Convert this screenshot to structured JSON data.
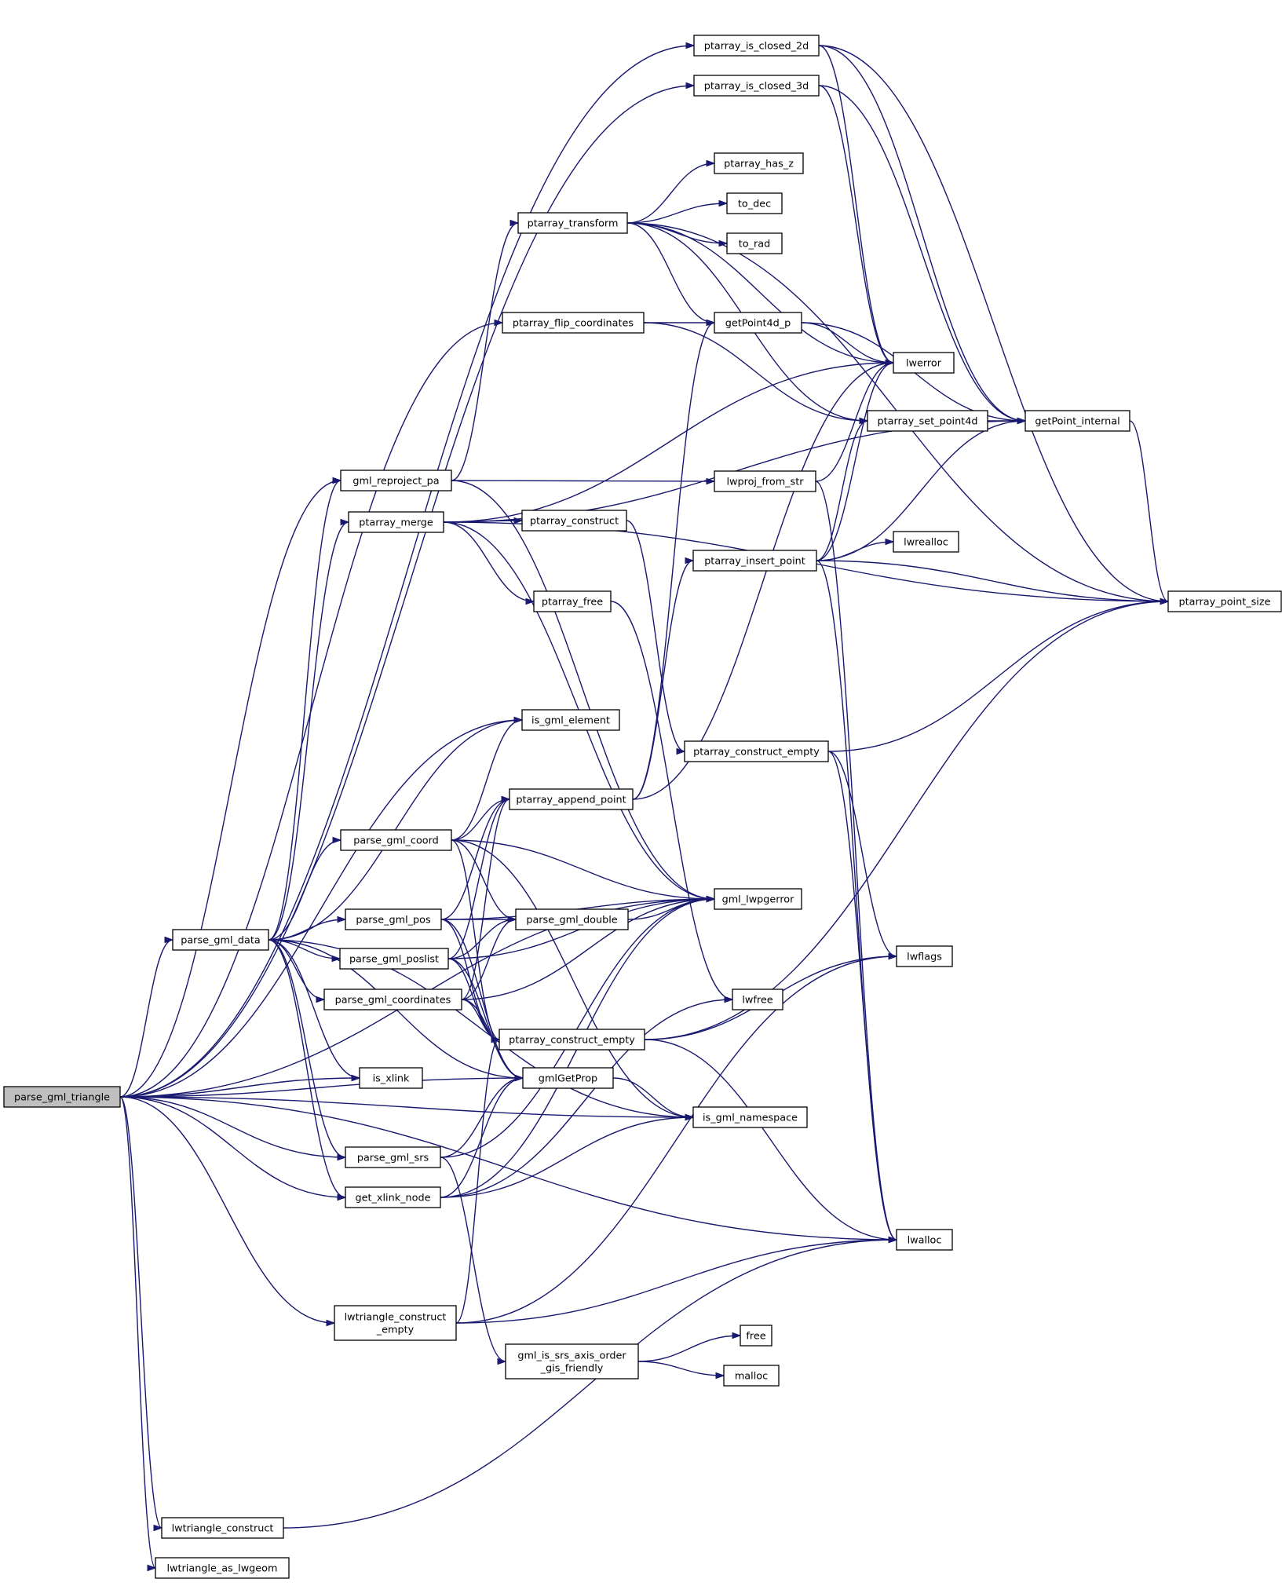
{
  "graph": {
    "colors": {
      "edge": "#191970",
      "node_fill": "#ffffff",
      "root_fill": "#bfbfbf",
      "border": "#000000"
    },
    "root_node": "parse_gml_triangle",
    "nodes": [
      {
        "id": "n0",
        "lines": [
          "parse_gml_triangle"
        ],
        "root": true
      },
      {
        "id": "n1",
        "lines": [
          "ptarray_is_closed_2d"
        ]
      },
      {
        "id": "n2",
        "lines": [
          "ptarray_is_closed_3d"
        ]
      },
      {
        "id": "n3",
        "lines": [
          "ptarray_has_z"
        ]
      },
      {
        "id": "n4",
        "lines": [
          "to_dec"
        ]
      },
      {
        "id": "n5",
        "lines": [
          "to_rad"
        ]
      },
      {
        "id": "n6",
        "lines": [
          "ptarray_transform"
        ]
      },
      {
        "id": "n7",
        "lines": [
          "ptarray_flip_coordinates"
        ]
      },
      {
        "id": "n8",
        "lines": [
          "getPoint4d_p"
        ]
      },
      {
        "id": "n9",
        "lines": [
          "lwerror"
        ]
      },
      {
        "id": "n10",
        "lines": [
          "ptarray_set_point4d"
        ]
      },
      {
        "id": "n11",
        "lines": [
          "getPoint_internal"
        ]
      },
      {
        "id": "n12",
        "lines": [
          "gml_reproject_pa"
        ]
      },
      {
        "id": "n13",
        "lines": [
          "lwproj_from_str"
        ]
      },
      {
        "id": "n14",
        "lines": [
          "ptarray_merge"
        ]
      },
      {
        "id": "n15",
        "lines": [
          "ptarray_construct"
        ]
      },
      {
        "id": "n16",
        "lines": [
          "ptarray_insert_point"
        ]
      },
      {
        "id": "n17",
        "lines": [
          "lwrealloc"
        ]
      },
      {
        "id": "n18",
        "lines": [
          "ptarray_free"
        ]
      },
      {
        "id": "n19",
        "lines": [
          "ptarray_point_size"
        ]
      },
      {
        "id": "n20",
        "lines": [
          "is_gml_element"
        ]
      },
      {
        "id": "n21",
        "lines": [
          "ptarray_construct_empty"
        ]
      },
      {
        "id": "n22",
        "lines": [
          "ptarray_append_point"
        ]
      },
      {
        "id": "n23",
        "lines": [
          "parse_gml_coord"
        ]
      },
      {
        "id": "n24",
        "lines": [
          "gml_lwpgerror"
        ]
      },
      {
        "id": "n25",
        "lines": [
          "parse_gml_pos"
        ]
      },
      {
        "id": "n26",
        "lines": [
          "parse_gml_double"
        ]
      },
      {
        "id": "n27",
        "lines": [
          "parse_gml_data"
        ]
      },
      {
        "id": "n28",
        "lines": [
          "parse_gml_poslist"
        ]
      },
      {
        "id": "n29",
        "lines": [
          "lwflags"
        ]
      },
      {
        "id": "n30",
        "lines": [
          "parse_gml_coordinates"
        ]
      },
      {
        "id": "n31",
        "lines": [
          "lwfree"
        ]
      },
      {
        "id": "n32",
        "lines": [
          "ptarray_construct_empty"
        ]
      },
      {
        "id": "n33",
        "lines": [
          "is_xlink"
        ]
      },
      {
        "id": "n34",
        "lines": [
          "gmlGetProp"
        ]
      },
      {
        "id": "n35",
        "lines": [
          "is_gml_namespace"
        ]
      },
      {
        "id": "n36",
        "lines": [
          "parse_gml_srs"
        ]
      },
      {
        "id": "n37",
        "lines": [
          "get_xlink_node"
        ]
      },
      {
        "id": "n38",
        "lines": [
          "lwalloc"
        ]
      },
      {
        "id": "n39",
        "lines": [
          "lwtriangle_construct",
          "_empty"
        ]
      },
      {
        "id": "n40",
        "lines": [
          "gml_is_srs_axis_order",
          "_gis_friendly"
        ]
      },
      {
        "id": "n41",
        "lines": [
          "free"
        ]
      },
      {
        "id": "n42",
        "lines": [
          "malloc"
        ]
      },
      {
        "id": "n43",
        "lines": [
          "lwtriangle_construct"
        ]
      },
      {
        "id": "n44",
        "lines": [
          "lwtriangle_as_lwgeom"
        ]
      }
    ],
    "edges": [
      [
        "n0",
        "n1"
      ],
      [
        "n0",
        "n2"
      ],
      [
        "n0",
        "n7"
      ],
      [
        "n0",
        "n12"
      ],
      [
        "n0",
        "n20"
      ],
      [
        "n0",
        "n24"
      ],
      [
        "n0",
        "n27"
      ],
      [
        "n0",
        "n33"
      ],
      [
        "n0",
        "n34"
      ],
      [
        "n0",
        "n36"
      ],
      [
        "n0",
        "n37"
      ],
      [
        "n0",
        "n35"
      ],
      [
        "n0",
        "n39"
      ],
      [
        "n0",
        "n38"
      ],
      [
        "n0",
        "n43"
      ],
      [
        "n0",
        "n44"
      ],
      [
        "n1",
        "n9"
      ],
      [
        "n1",
        "n11"
      ],
      [
        "n1",
        "n19"
      ],
      [
        "n2",
        "n9"
      ],
      [
        "n2",
        "n11"
      ],
      [
        "n6",
        "n3"
      ],
      [
        "n6",
        "n4"
      ],
      [
        "n6",
        "n5"
      ],
      [
        "n6",
        "n8"
      ],
      [
        "n6",
        "n9"
      ],
      [
        "n6",
        "n10"
      ],
      [
        "n6",
        "n19"
      ],
      [
        "n7",
        "n8"
      ],
      [
        "n7",
        "n10"
      ],
      [
        "n8",
        "n9"
      ],
      [
        "n8",
        "n11"
      ],
      [
        "n10",
        "n11"
      ],
      [
        "n11",
        "n19"
      ],
      [
        "n12",
        "n6"
      ],
      [
        "n12",
        "n13"
      ],
      [
        "n12",
        "n24"
      ],
      [
        "n13",
        "n9"
      ],
      [
        "n13",
        "n38"
      ],
      [
        "n14",
        "n9"
      ],
      [
        "n14",
        "n11"
      ],
      [
        "n14",
        "n15"
      ],
      [
        "n14",
        "n18"
      ],
      [
        "n14",
        "n19"
      ],
      [
        "n14",
        "n24"
      ],
      [
        "n15",
        "n21"
      ],
      [
        "n16",
        "n9"
      ],
      [
        "n16",
        "n10"
      ],
      [
        "n16",
        "n11"
      ],
      [
        "n16",
        "n17"
      ],
      [
        "n16",
        "n19"
      ],
      [
        "n16",
        "n38"
      ],
      [
        "n18",
        "n31"
      ],
      [
        "n21",
        "n19"
      ],
      [
        "n21",
        "n29"
      ],
      [
        "n21",
        "n38"
      ],
      [
        "n22",
        "n8"
      ],
      [
        "n22",
        "n9"
      ],
      [
        "n22",
        "n16"
      ],
      [
        "n23",
        "n20"
      ],
      [
        "n23",
        "n22"
      ],
      [
        "n23",
        "n24"
      ],
      [
        "n23",
        "n26"
      ],
      [
        "n23",
        "n32"
      ],
      [
        "n23",
        "n35"
      ],
      [
        "n25",
        "n22"
      ],
      [
        "n25",
        "n24"
      ],
      [
        "n25",
        "n26"
      ],
      [
        "n25",
        "n32"
      ],
      [
        "n25",
        "n34"
      ],
      [
        "n26",
        "n24"
      ],
      [
        "n27",
        "n12"
      ],
      [
        "n27",
        "n14"
      ],
      [
        "n27",
        "n20"
      ],
      [
        "n27",
        "n23"
      ],
      [
        "n27",
        "n25"
      ],
      [
        "n27",
        "n28"
      ],
      [
        "n27",
        "n30"
      ],
      [
        "n27",
        "n33"
      ],
      [
        "n27",
        "n34"
      ],
      [
        "n27",
        "n35"
      ],
      [
        "n27",
        "n36"
      ],
      [
        "n27",
        "n37"
      ],
      [
        "n28",
        "n22"
      ],
      [
        "n28",
        "n24"
      ],
      [
        "n28",
        "n26"
      ],
      [
        "n28",
        "n32"
      ],
      [
        "n28",
        "n34"
      ],
      [
        "n30",
        "n22"
      ],
      [
        "n30",
        "n24"
      ],
      [
        "n30",
        "n26"
      ],
      [
        "n30",
        "n32"
      ],
      [
        "n30",
        "n34"
      ],
      [
        "n32",
        "n19"
      ],
      [
        "n32",
        "n29"
      ],
      [
        "n32",
        "n38"
      ],
      [
        "n34",
        "n35"
      ],
      [
        "n36",
        "n24"
      ],
      [
        "n36",
        "n34"
      ],
      [
        "n36",
        "n40"
      ],
      [
        "n37",
        "n31"
      ],
      [
        "n37",
        "n34"
      ],
      [
        "n37",
        "n35"
      ],
      [
        "n37",
        "n24"
      ],
      [
        "n39",
        "n29"
      ],
      [
        "n39",
        "n32"
      ],
      [
        "n39",
        "n38"
      ],
      [
        "n40",
        "n41"
      ],
      [
        "n40",
        "n42"
      ],
      [
        "n43",
        "n38"
      ]
    ]
  }
}
